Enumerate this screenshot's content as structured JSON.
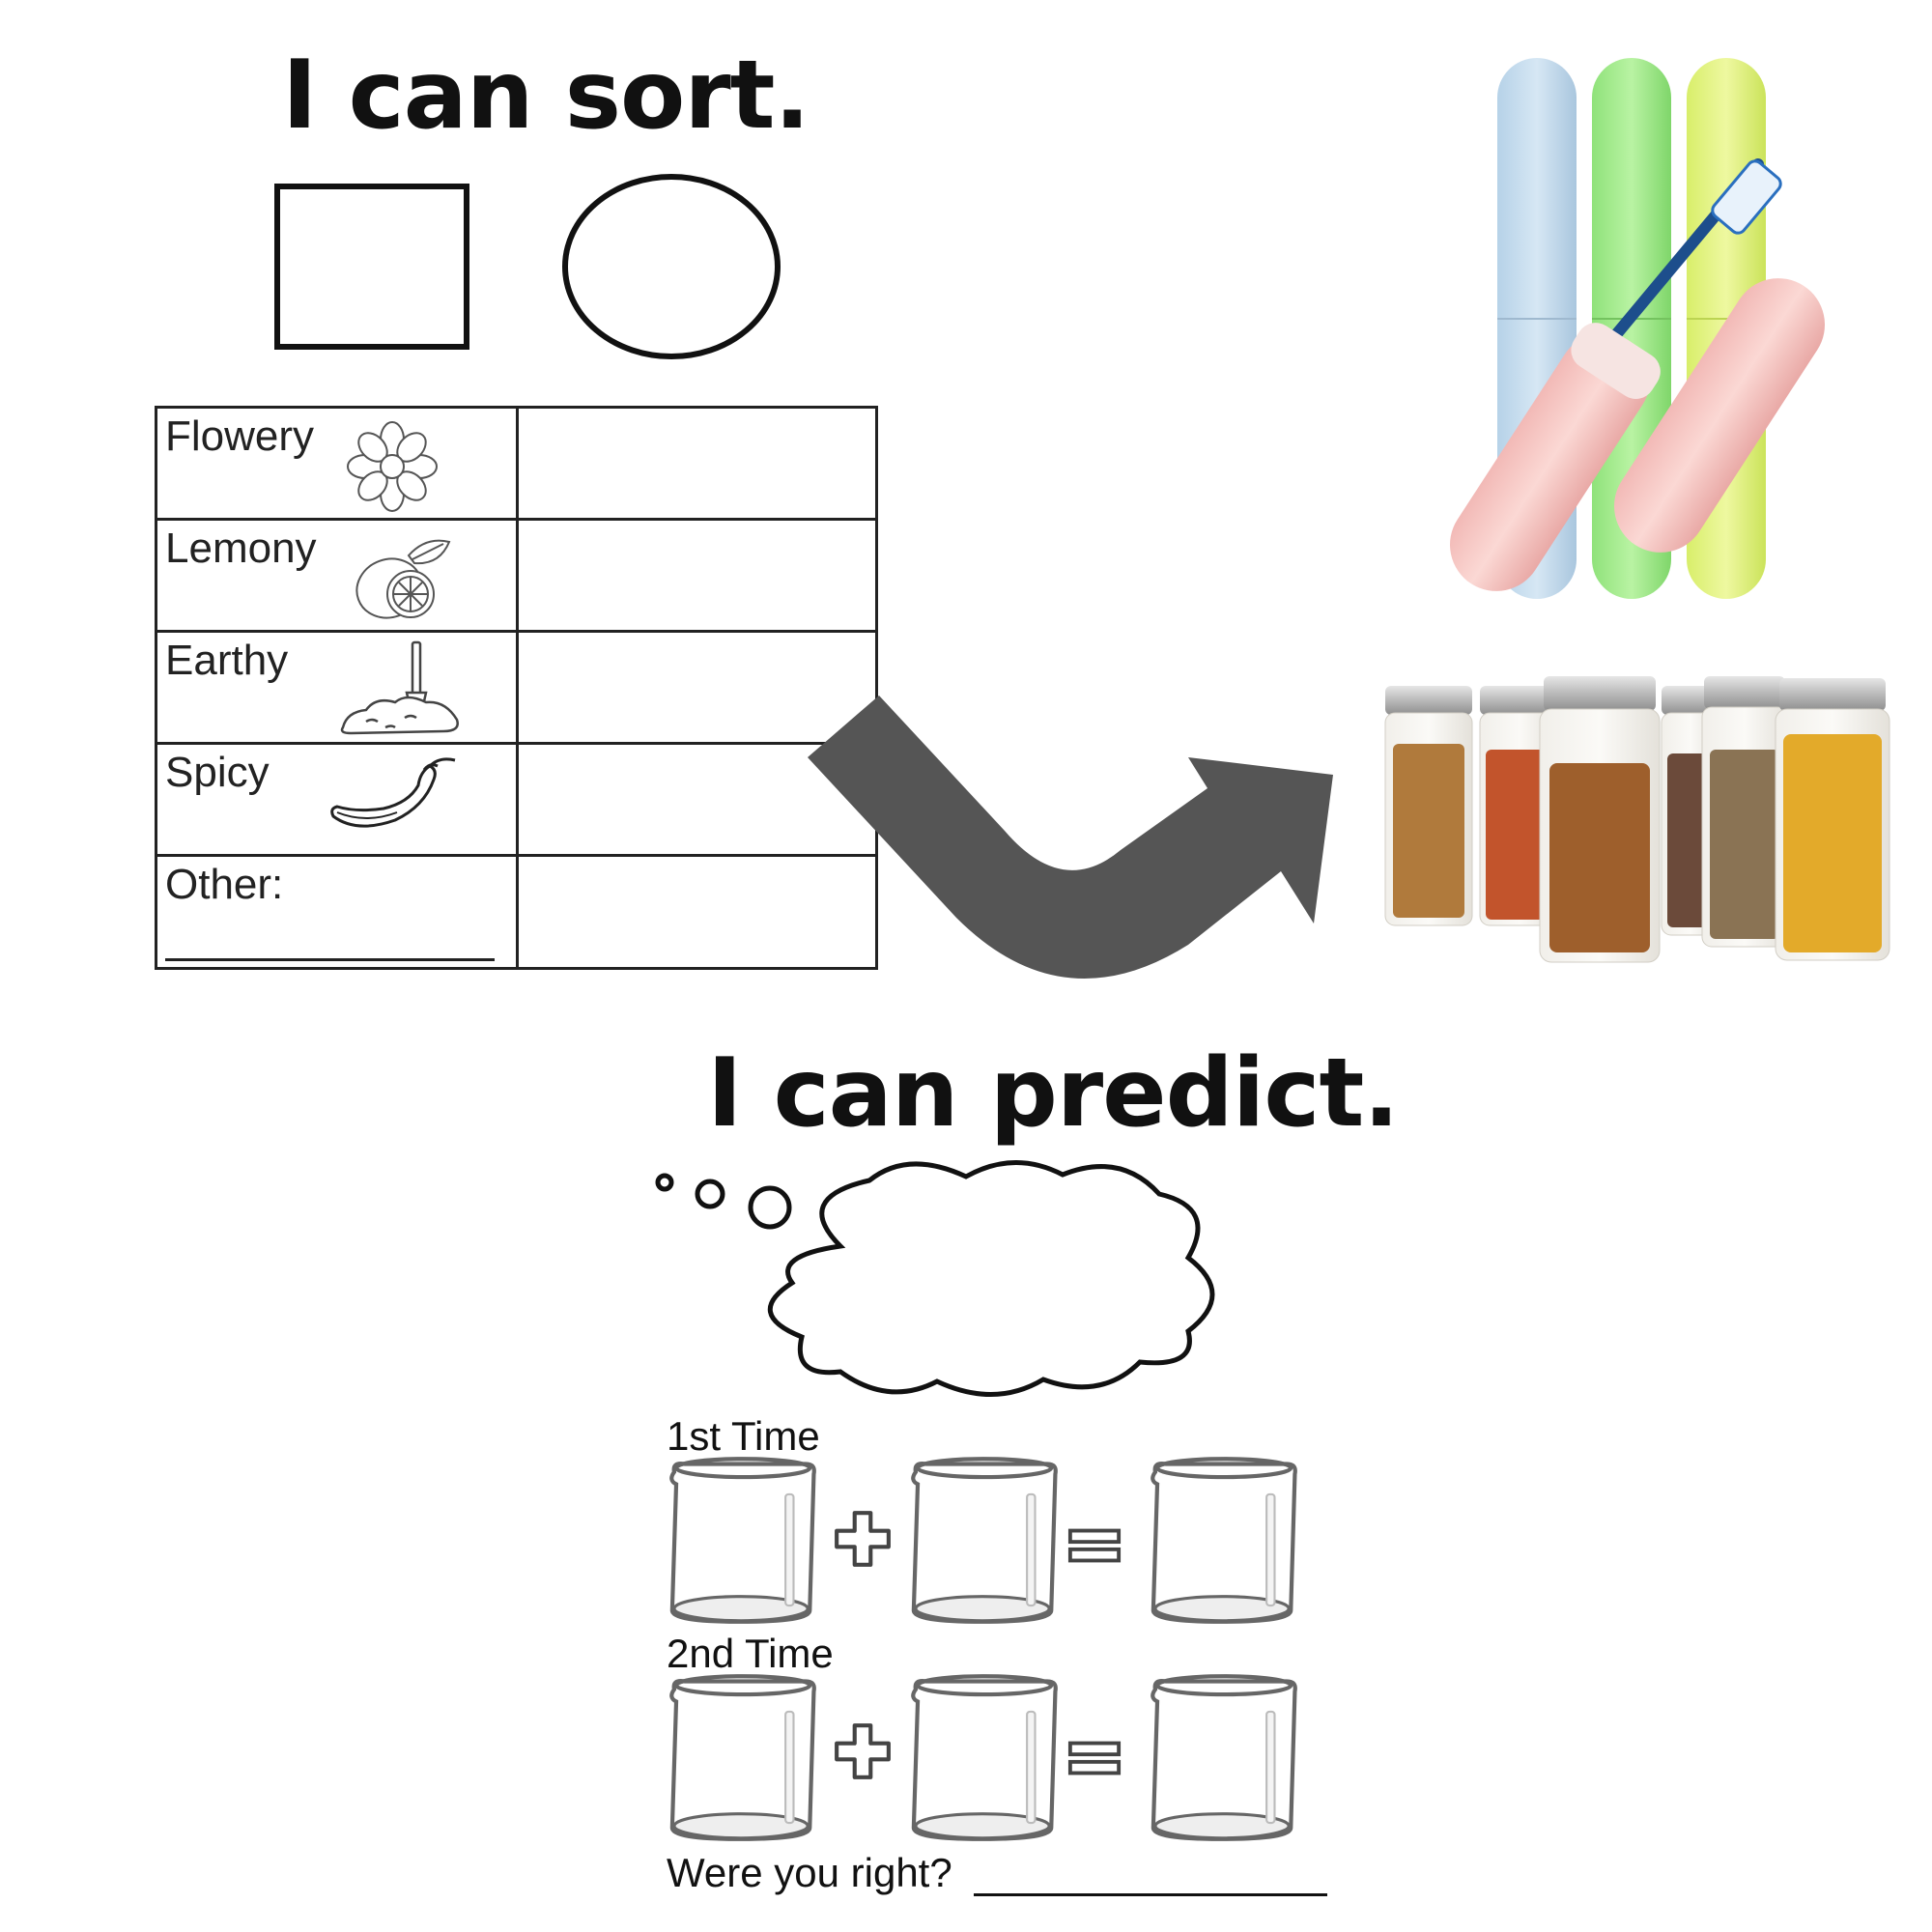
{
  "sort_section": {
    "title": "I can sort.",
    "categories": [
      {
        "label": "Flowery",
        "icon": "flower-icon"
      },
      {
        "label": "Lemony",
        "icon": "lemon-icon"
      },
      {
        "label": "Earthy",
        "icon": "soil-shovel-icon"
      },
      {
        "label": "Spicy",
        "icon": "chili-pepper-icon"
      },
      {
        "label": "Other:",
        "icon": ""
      }
    ]
  },
  "predict_section": {
    "title": "I can predict.",
    "rows": [
      {
        "label": "1st Time"
      },
      {
        "label": "2nd Time"
      }
    ],
    "question": "Were you right?"
  },
  "icons": {
    "arrow": "curved-arrow-icon",
    "thought": "thought-cloud-icon",
    "plus": "plus-icon",
    "equals": "equals-icon",
    "beaker": "beaker-icon"
  },
  "colors": {
    "arrow": "#555555",
    "outline": "#222222",
    "beaker_outline": "#666666"
  }
}
